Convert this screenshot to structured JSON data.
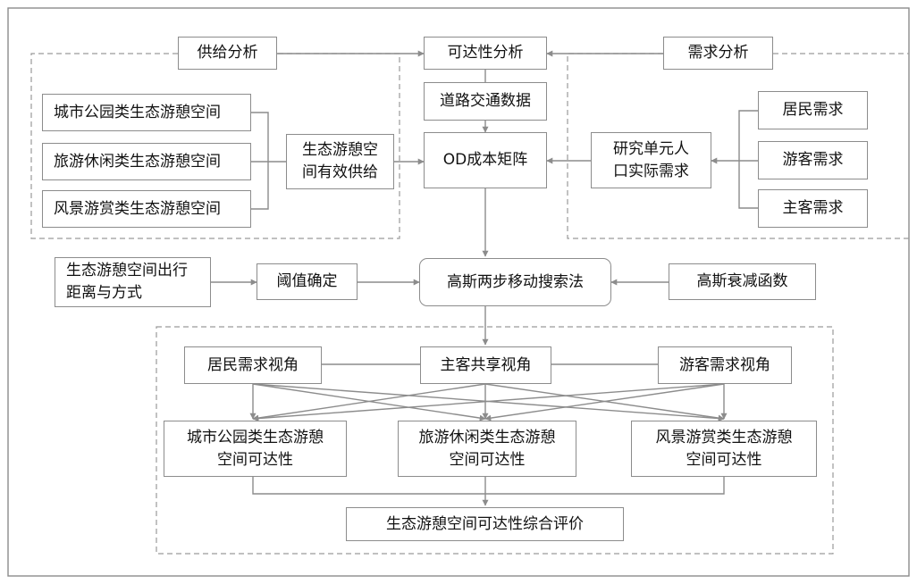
{
  "nodes": {
    "supply_analysis": "供给分析",
    "accessibility_analysis": "可达性分析",
    "demand_analysis": "需求分析",
    "urban_park": "城市公园类生态游憩空间",
    "tourism_leisure": "旅游休闲类生态游憩空间",
    "scenic_viewing": "风景游赏类生态游憩空间",
    "effective_supply": "生态游憩空\n间有效供给",
    "road_traffic": "道路交通数据",
    "od_matrix": "OD成本矩阵",
    "actual_demand": "研究单元人\n口实际需求",
    "resident_demand": "居民需求",
    "tourist_demand": "游客需求",
    "host_guest_demand": "主客需求",
    "travel_distance_mode": "生态游憩空间出行\n距离与方式",
    "threshold": "阈值确定",
    "g2sfca": "高斯两步移动搜索法",
    "gaussian_decay": "高斯衰减函数",
    "resident_perspective": "居民需求视角",
    "shared_perspective": "主客共享视角",
    "tourist_perspective": "游客需求视角",
    "urban_park_access": "城市公园类生态游憩\n空间可达性",
    "tourism_leisure_access": "旅游休闲类生态游憩\n空间可达性",
    "scenic_viewing_access": "风景游赏类生态游憩\n空间可达性",
    "comprehensive_eval": "生态游憩空间可达性综合评价"
  },
  "colors": {
    "line": "#8c8c8c",
    "dash": "#9a9a9a",
    "frame": "#8c8c8c",
    "text": "#111111"
  }
}
